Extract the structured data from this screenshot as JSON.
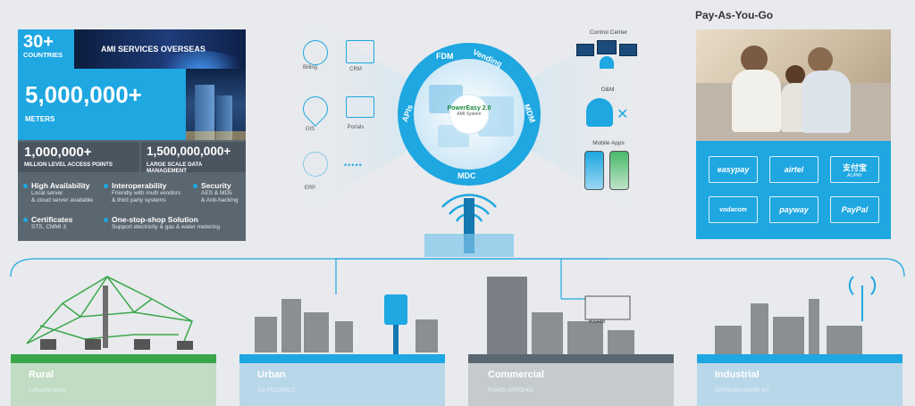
{
  "stats": {
    "countries_value": "30+",
    "countries_label": "COUNTRIES",
    "overseas": "AMI SERVICES OVERSEAS",
    "meters_value": "5,000,000+",
    "meters_label": "METERS",
    "access_value": "1,000,000+",
    "access_label": "MILLION LEVEL ACCESS POINTS",
    "data_value": "1,500,000,000+",
    "data_label": "LARGE SCALE DATA MANAGEMENT",
    "features": [
      {
        "title": "High Availability",
        "lines": [
          "Local server",
          "& cloud server available"
        ]
      },
      {
        "title": "Interoperability",
        "lines": [
          "Friendly with multi vendors",
          "& third party systems"
        ]
      },
      {
        "title": "Security",
        "lines": [
          "AES & MD5",
          "& Anti-hacking"
        ]
      },
      {
        "title": "Certificates",
        "lines": [
          "STS, CMMI 3"
        ]
      },
      {
        "title": "One-stop-shop Solution",
        "lines": [
          "Support electricity & gas & water metering"
        ]
      }
    ]
  },
  "services": {
    "billing": "Billing",
    "crm": "CRM",
    "gis": "GIS",
    "portals": "Portals",
    "erp": "ERP",
    "more": "•••••"
  },
  "ring": {
    "fdm": "FDM",
    "vending": "Vending",
    "apis": "APIs",
    "mdm": "MDM",
    "mdc": "MDC",
    "center_title": "PowerEasy 2.0",
    "center_sub": "AMI System"
  },
  "right_center": {
    "control_center": "Control Center",
    "om": "O&M",
    "mobile_apps": "Mobile  Apps"
  },
  "pay": {
    "title": "Pay-As-You-Go",
    "methods": [
      "easypay",
      "airtel",
      "支付宝",
      "vodacom",
      "payway",
      "PayPal"
    ],
    "alipay_sub": "ALIPAY"
  },
  "scenes": [
    {
      "title": "Rural",
      "sub": "LoRa/Wi-SUN"
    },
    {
      "title": "Urban",
      "sub": "G3-PLC/HPLC"
    },
    {
      "title": "Commercial",
      "sub": "RS485-GPRS/4G"
    },
    {
      "title": "Industrial",
      "sub": "GPRS/3G/4G/NB-IoT"
    }
  ],
  "rs485_label": "RS485",
  "colors": {
    "accent": "#1ea7e1",
    "green": "#3aa64a",
    "panel": "#5b6770"
  }
}
